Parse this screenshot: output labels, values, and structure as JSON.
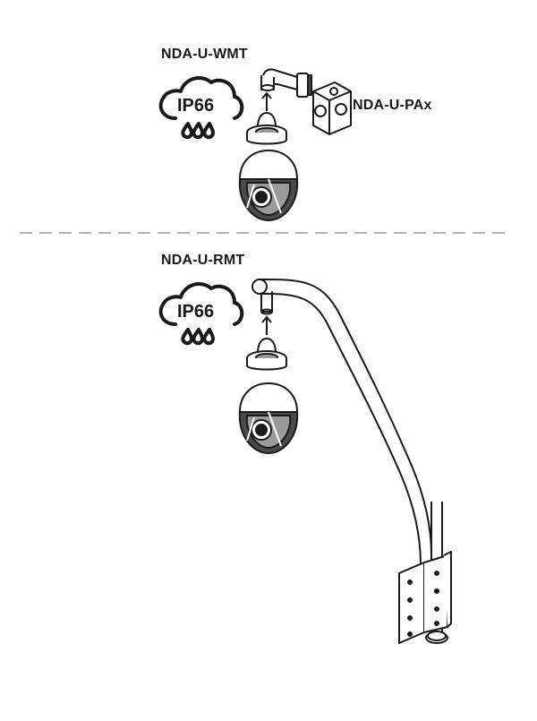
{
  "top_section": {
    "mount_label": "NDA-U-WMT",
    "box_label": "NDA-U-PAx",
    "rating_badge": "IP66"
  },
  "bottom_section": {
    "mount_label": "NDA-U-RMT",
    "rating_badge": "IP66"
  },
  "colors": {
    "line": "#1a1a1a",
    "fill": "#ffffff",
    "shade": "#9a9a9a",
    "dark_shade": "#4a4a4a",
    "divider": "#9a9a9a"
  },
  "icons": [
    "cloud-rain-icon",
    "arrow-up-icon",
    "wall-mount-bracket",
    "junction-box",
    "pendant-interface",
    "dome-camera",
    "pole-mount-arm",
    "mounting-plate"
  ]
}
